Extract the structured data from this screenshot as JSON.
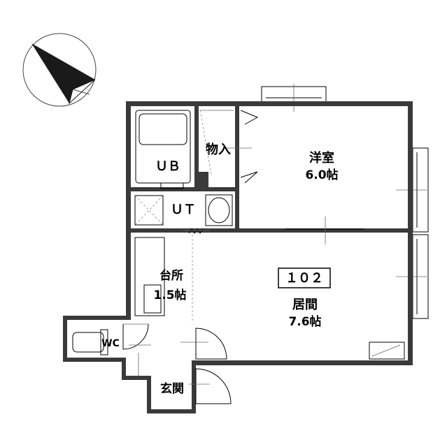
{
  "rooms": {
    "ub": "ＵＢ",
    "storage": "物入",
    "ut": "ＵＴ",
    "western_room": {
      "name": "洋室",
      "size": "6.0帖"
    },
    "kitchen": {
      "name": "台所",
      "size": "1.5帖"
    },
    "living": {
      "name": "居間",
      "size": "7.6帖"
    },
    "wc": "WC",
    "entrance": "玄関"
  },
  "unit_number": "１０２",
  "colors": {
    "wall": "#3a3a3a",
    "line": "#000000",
    "background": "#ffffff"
  },
  "icons": {
    "compass": "north-arrow-icon"
  }
}
